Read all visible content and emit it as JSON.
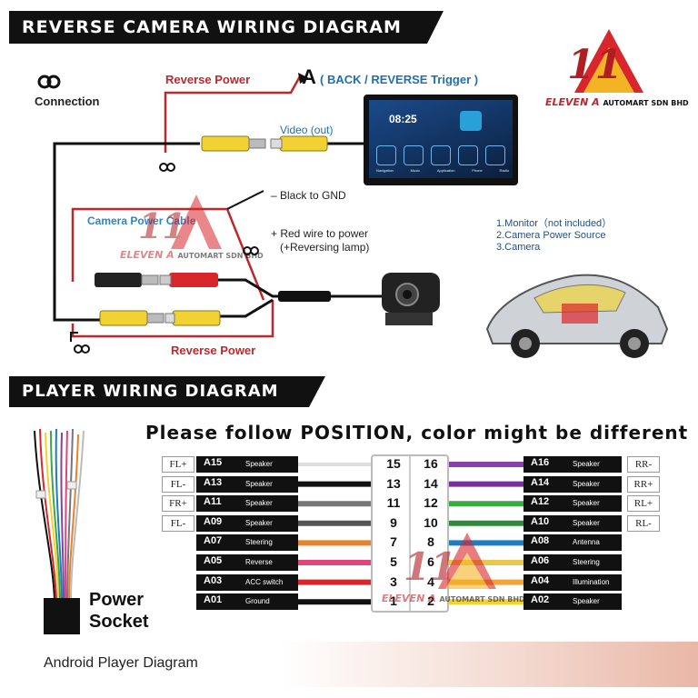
{
  "top": {
    "title": "REVERSE CAMERA WIRING DIAGRAM",
    "connection_label": "Connection",
    "reverse_power_label": "Reverse Power",
    "trigger_letter": "A",
    "trigger_label": "( BACK / REVERSE Trigger )",
    "video_out_label": "Video (out)",
    "black_gnd_label": "– Black to GND",
    "camera_power_cable_label": "Camera Power Cable",
    "red_wire_label_1": "+ Red wire to power",
    "red_wire_label_2": "(+Reversing lamp)",
    "reverse_power_bottom_label": "Reverse Power",
    "legend": [
      "1.Monitor（not included）",
      "2.Camera Power Source",
      "3.Camera"
    ],
    "screen_time": "08:25",
    "screen_apps": [
      "Navigation",
      "Music",
      "Application",
      "Phone",
      "Radio"
    ]
  },
  "logo": {
    "mark": "11A",
    "name": "ELEVEN A",
    "company": "AUTOMART SDN BHD"
  },
  "bottom": {
    "title": "PLAYER WIRING DIAGRAM",
    "instruction": "Please follow POSITION, color might be different",
    "power_socket_line1": "Power",
    "power_socket_line2": "Socket",
    "footer_label": "Android Player Diagram",
    "left_pins": [
      {
        "side": "FL+",
        "code": "A15",
        "desc": "Speaker",
        "num": "15",
        "color": "#ffffff"
      },
      {
        "side": "FL-",
        "code": "A13",
        "desc": "Speaker",
        "num": "13",
        "color": "#111111"
      },
      {
        "side": "FR+",
        "code": "A11",
        "desc": "Speaker",
        "num": "11",
        "color": "#777777"
      },
      {
        "side": "FL-",
        "code": "A09",
        "desc": "Speaker",
        "num": "9",
        "color": "#555555"
      },
      {
        "side": "",
        "code": "A07",
        "desc": "Steering",
        "num": "7",
        "color": "#e8822a"
      },
      {
        "side": "",
        "code": "A05",
        "desc": "Reverse",
        "num": "5",
        "color": "#e0457b"
      },
      {
        "side": "",
        "code": "A03",
        "desc": "ACC switch",
        "num": "3",
        "color": "#d9262b"
      },
      {
        "side": "",
        "code": "A01",
        "desc": "Ground",
        "num": "1",
        "color": "#111111"
      }
    ],
    "right_pins": [
      {
        "side": "RR-",
        "code": "A16",
        "desc": "Speaker",
        "num": "16",
        "color": "#8a3ea8"
      },
      {
        "side": "RR+",
        "code": "A14",
        "desc": "Speaker",
        "num": "14",
        "color": "#7a2e9a"
      },
      {
        "side": "RL+",
        "code": "A12",
        "desc": "Speaker",
        "num": "12",
        "color": "#3aa845"
      },
      {
        "side": "RL-",
        "code": "A10",
        "desc": "Speaker",
        "num": "10",
        "color": "#2f8a3a"
      },
      {
        "side": "",
        "code": "A08",
        "desc": "Antenna",
        "num": "8",
        "color": "#1f7bc2"
      },
      {
        "side": "",
        "code": "A06",
        "desc": "Steering",
        "num": "6",
        "color": "#e8c74a"
      },
      {
        "side": "",
        "code": "A04",
        "desc": "Illumination",
        "num": "4",
        "color": "#f0a43a"
      },
      {
        "side": "",
        "code": "A02",
        "desc": "Speaker",
        "num": "2",
        "color": "#f2d233"
      }
    ]
  }
}
